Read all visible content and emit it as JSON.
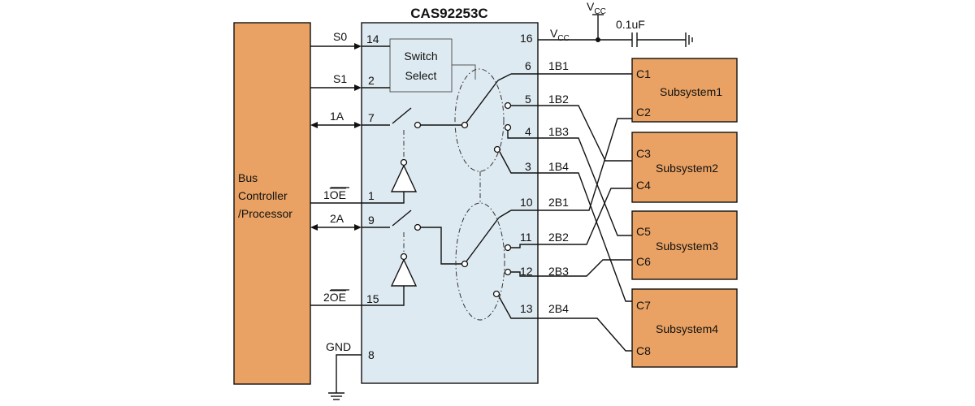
{
  "chip": {
    "name": "CAS92253C",
    "fill": "#deeaf1",
    "switch_select": [
      "Switch",
      "Select"
    ],
    "pins_left": {
      "s0": "14",
      "s1": "2",
      "a1": "7",
      "oe1": "1",
      "a2": "9",
      "oe2": "15",
      "gnd": "8"
    },
    "pins_right": {
      "vcc": "16",
      "b1_1": "6",
      "b1_2": "5",
      "b1_3": "4",
      "b1_4": "3",
      "b2_1": "10",
      "b2_2": "11",
      "b2_3": "12",
      "b2_4": "13"
    }
  },
  "controller": {
    "label_lines": [
      "Bus",
      "Controller",
      "/Processor"
    ],
    "fill": "#e9a263"
  },
  "signals": {
    "s0": "S0",
    "s1": "S1",
    "a1": "1A",
    "oe1_prefix": "1",
    "oe1_bar": "OE",
    "a2": "2A",
    "oe2_prefix": "2",
    "oe2_bar": "OE",
    "gnd": "GND"
  },
  "ports": {
    "b1_1": "1B1",
    "b1_2": "1B2",
    "b1_3": "1B3",
    "b1_4": "1B4",
    "b2_1": "2B1",
    "b2_2": "2B2",
    "b2_3": "2B3",
    "b2_4": "2B4"
  },
  "power": {
    "vcc_main": "V",
    "vcc_sub": "CC",
    "cap": "0.1uF"
  },
  "subsystems": [
    {
      "name": "Subsystem1",
      "top": "C1",
      "bottom": "C2"
    },
    {
      "name": "Subsystem2",
      "top": "C3",
      "bottom": "C4"
    },
    {
      "name": "Subsystem3",
      "top": "C5",
      "bottom": "C6"
    },
    {
      "name": "Subsystem4",
      "top": "C7",
      "bottom": "C8"
    }
  ],
  "subsystem_fill": "#e9a263"
}
